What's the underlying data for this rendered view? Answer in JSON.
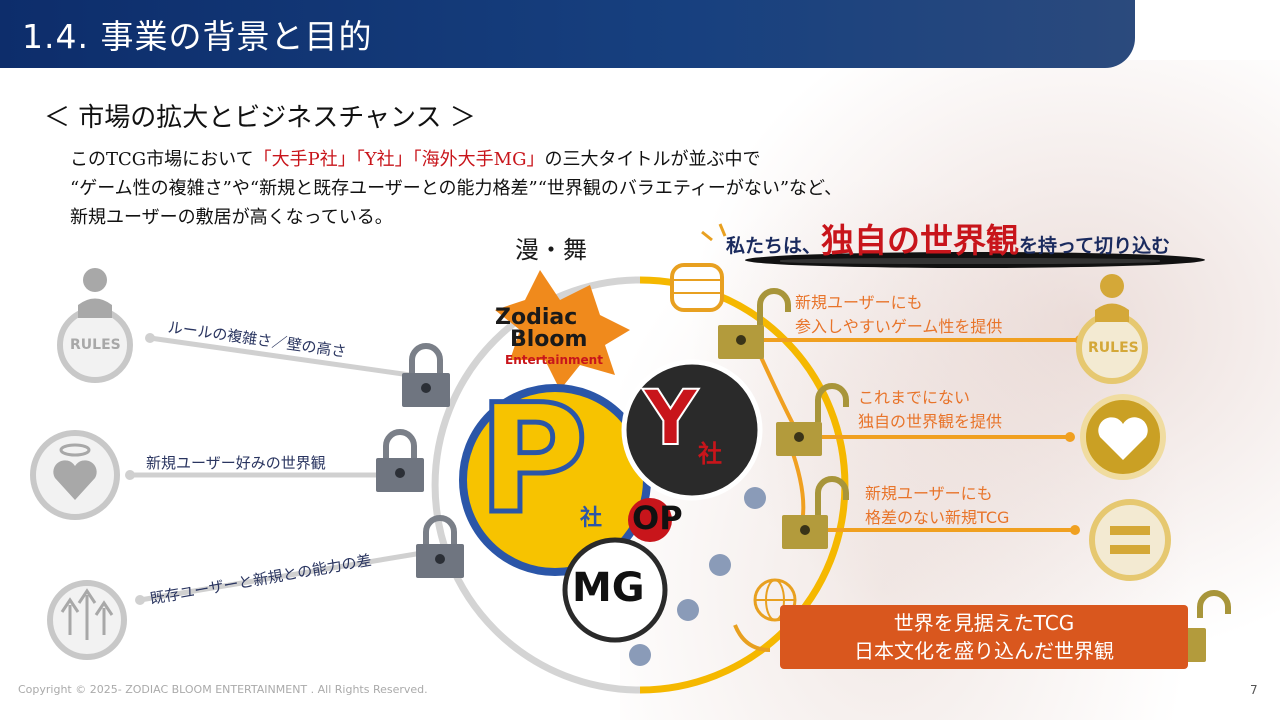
{
  "header": {
    "title": "1.4.  事業の背景と目的"
  },
  "subtitle": "＜ 市場の拡大とビジネスチャンス ＞",
  "intro": {
    "line1_a": "このTCG市場において",
    "line1_r1": "「大手P社」",
    "line1_r2": "「Y社」",
    "line1_r3": "「海外大手MG」",
    "line1_b": "の三大タイトルが並ぶ中で",
    "line2": "“ゲーム性の複雑さ”や“新規と既存ユーザーとの能力格差”“世界観のバラエティーがない”など、",
    "line3": "新規ユーザーの敷居が高くなっている。"
  },
  "callout": {
    "prefix": "私たちは、",
    "emphasis": "独自の世界観",
    "suffix": "を持って切り込む"
  },
  "logo": {
    "line1": "Zodiac",
    "line2": "Bloom",
    "line3": "Entertainment"
  },
  "problems": [
    {
      "label": "ルールの複雑さ／壁の高さ",
      "icon_text": "RULES"
    },
    {
      "label": "新規ユーザー好みの世界観"
    },
    {
      "label": "既存ユーザーと新規との能力の差"
    }
  ],
  "competitors": {
    "p": "P",
    "p_sub": "社",
    "y": "Y",
    "y_sub": "社",
    "op": "OP",
    "mg": "MG"
  },
  "solutions": [
    {
      "line1": "新規ユーザーにも",
      "line2": "参入しやすいゲーム性を提供",
      "icon_text": "RULES"
    },
    {
      "line1": "これまでにない",
      "line2": "独自の世界観を提供"
    },
    {
      "line1": "新規ユーザーにも",
      "line2": "格差のない新規TCG"
    }
  ],
  "banner": {
    "line1": "世界を見据えたTCG",
    "line2": "日本文化を盛り込んだ世界観"
  },
  "footer": {
    "copyright": "Copyright © 2025- ZODIAC BLOOM ENTERTAINMENT . All Rights Reserved.",
    "page": "7"
  },
  "colors": {
    "header": "#17407f",
    "accent_red": "#c8151b",
    "orange": "#e8742a",
    "gold": "#c9a227",
    "gray": "#9a9a9a"
  }
}
